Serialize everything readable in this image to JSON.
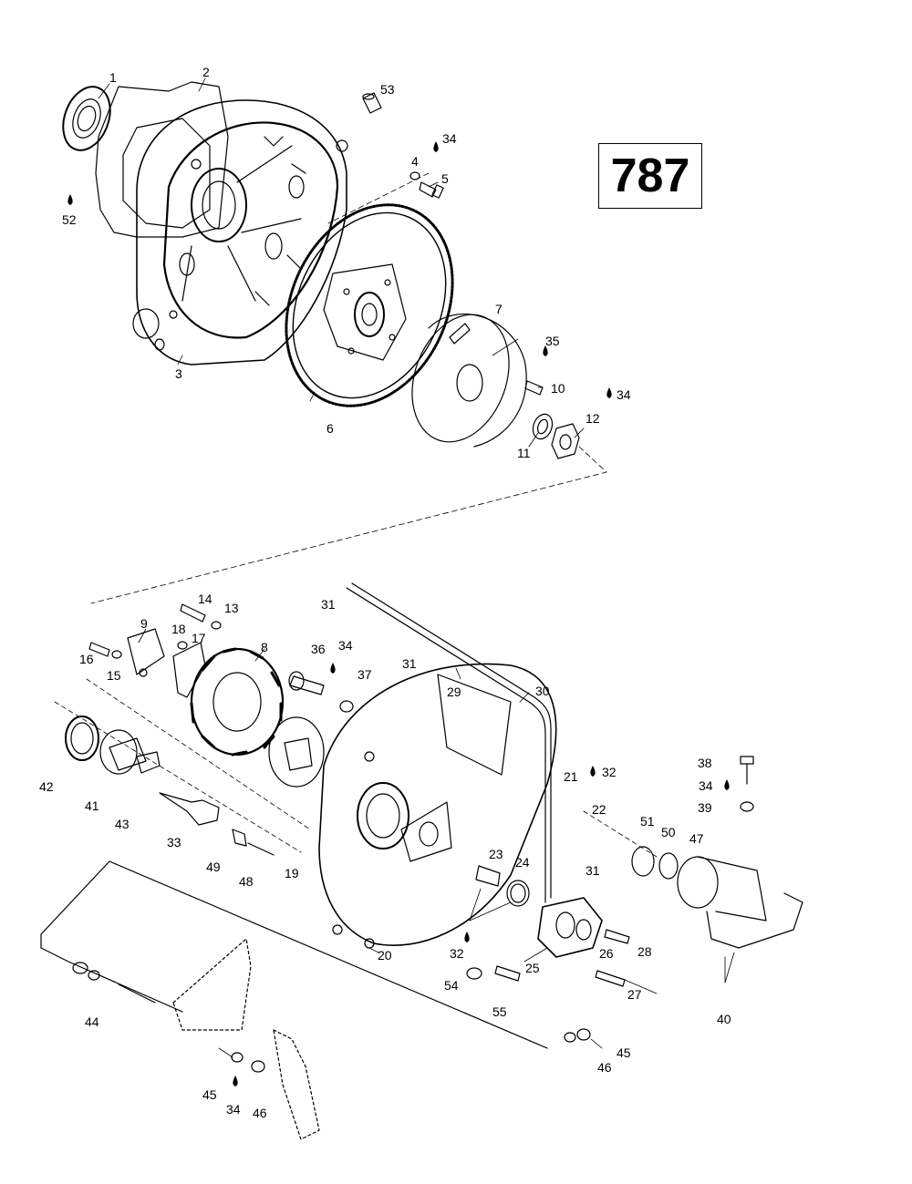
{
  "page_number": "787",
  "callouts": [
    "1",
    "2",
    "52",
    "53",
    "34",
    "4",
    "5",
    "3",
    "6",
    "7",
    "35",
    "10",
    "34",
    "12",
    "11",
    "31",
    "14",
    "13",
    "9",
    "18",
    "17",
    "8",
    "36",
    "34",
    "37",
    "31",
    "16",
    "15",
    "29",
    "30",
    "42",
    "41",
    "43",
    "33",
    "49",
    "48",
    "19",
    "21",
    "32",
    "22",
    "38",
    "34",
    "39",
    "51",
    "50",
    "47",
    "23",
    "24",
    "31",
    "32",
    "20",
    "26",
    "28",
    "25",
    "54",
    "55",
    "27",
    "40",
    "44",
    "45",
    "46",
    "45",
    "34",
    "46"
  ],
  "colors": {
    "line": "#000000",
    "background": "#ffffff"
  }
}
